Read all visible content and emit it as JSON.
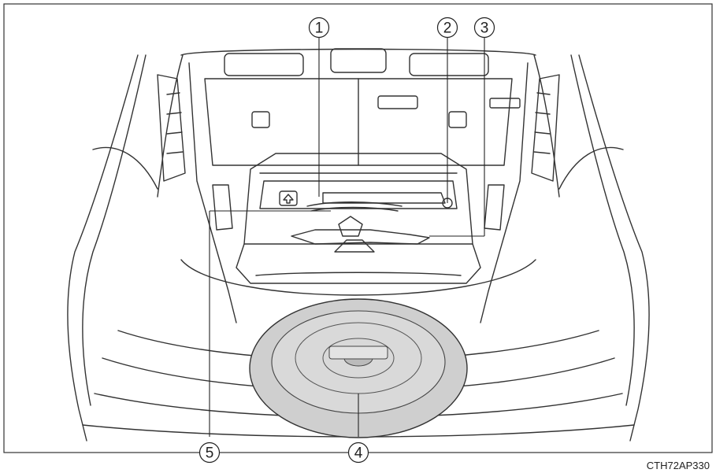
{
  "callouts": [
    {
      "id": "1",
      "label": "1"
    },
    {
      "id": "2",
      "label": "2"
    },
    {
      "id": "3",
      "label": "3"
    },
    {
      "id": "4",
      "label": "4"
    },
    {
      "id": "5",
      "label": "5"
    }
  ],
  "figure_code": "CTH72AP330"
}
